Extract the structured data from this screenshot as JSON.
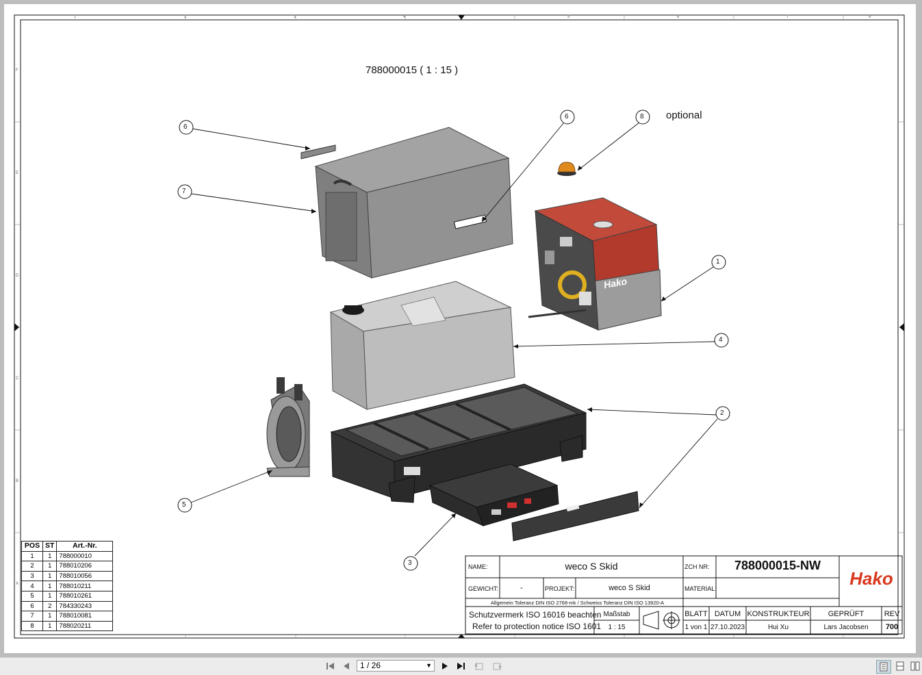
{
  "drawing": {
    "view_label": "788000015 ( 1 : 15 )",
    "optional_note": "optional",
    "balloons": [
      "6",
      "7",
      "6",
      "8",
      "1",
      "4",
      "2",
      "5",
      "3"
    ],
    "logo_text": "Hako",
    "product_badge": "Hako"
  },
  "parts_list": {
    "headers": [
      "POS",
      "ST",
      "Art.-Nr."
    ],
    "rows": [
      [
        "1",
        "1",
        "788000010"
      ],
      [
        "2",
        "1",
        "788010206"
      ],
      [
        "3",
        "1",
        "788010056"
      ],
      [
        "4",
        "1",
        "788010211"
      ],
      [
        "5",
        "1",
        "788010261"
      ],
      [
        "6",
        "2",
        "784330243"
      ],
      [
        "7",
        "1",
        "788010081"
      ],
      [
        "8",
        "1",
        "788020211"
      ]
    ]
  },
  "title_block": {
    "name_label": "NAME:",
    "name_value": "weco S Skid",
    "zch_label": "ZCH NR:",
    "zch_value": "788000015-NW",
    "gewicht_label": "GEWICHT:",
    "gewicht_value": "-",
    "projekt_label": "PROJEKT:",
    "projekt_value": "weco S Skid",
    "material_label": "MATERIAL:",
    "tolerance_note": "Allgemein Toleranz DIN ISO 2768-mk / Schweiss Toleranz DIN ISO 13920-A",
    "protection_de": "Schutzvermerk  ISO 16016 beachten",
    "protection_en": "Refer to protection notice ISO 1601",
    "massstab_label": "Maßstab",
    "massstab_value": "1 : 15",
    "blatt_label": "BLATT",
    "blatt_value": "1 von 1",
    "datum_label": "DATUM",
    "datum_value": "27.10.2023",
    "konstrukteur_label": "KONSTRUKTEUR",
    "konstrukteur_value": "Hui Xu",
    "geprueft_label": "GEPRÜFT",
    "geprueft_value": "Lars Jacobsen",
    "rev_label": "REV",
    "rev_value": "700"
  },
  "frame": {
    "col_marks": [
      "1",
      "2",
      "3",
      "4",
      "5",
      "6",
      "7",
      "8"
    ],
    "row_marks": [
      "F",
      "E",
      "D",
      "C",
      "B",
      "A"
    ]
  },
  "toolbar": {
    "page_value": "1 / 26"
  },
  "colors": {
    "accent_red": "#d9381e",
    "generator_red": "#c0392b"
  }
}
